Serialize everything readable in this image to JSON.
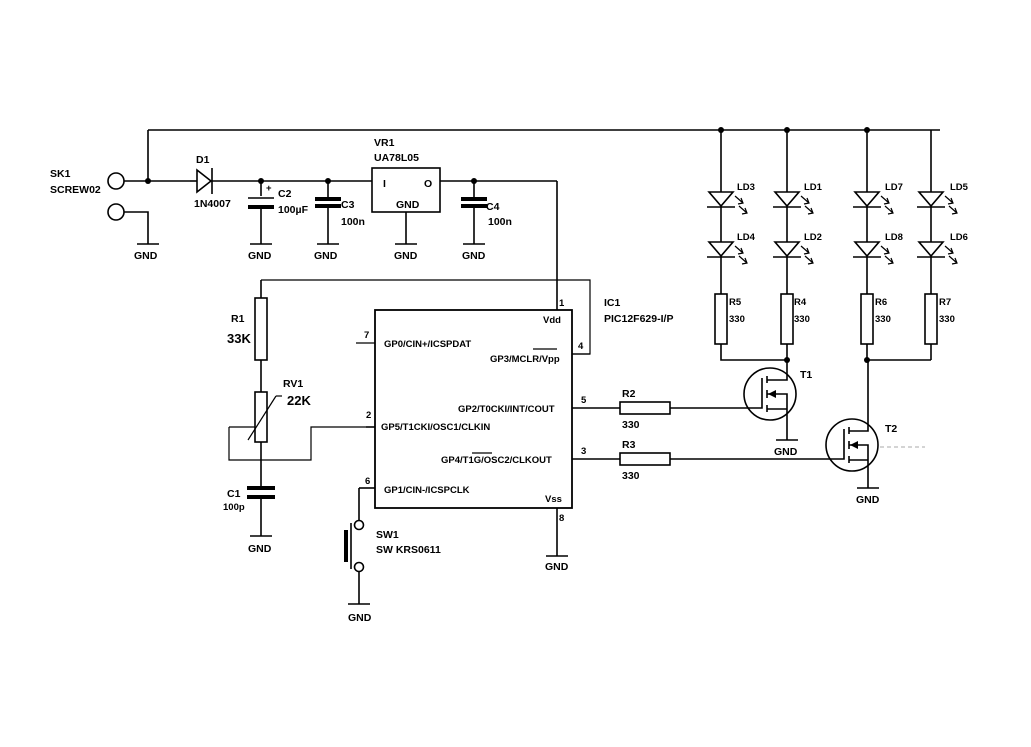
{
  "components": {
    "sk1": {
      "ref": "SK1",
      "value": "SCREW02"
    },
    "d1": {
      "ref": "D1",
      "value": "1N4007"
    },
    "c2": {
      "ref": "C2",
      "value": "100µF",
      "polarity": "+"
    },
    "c3": {
      "ref": "C3",
      "value": "100n"
    },
    "vr1": {
      "ref": "VR1",
      "value": "UA78L05",
      "pin_in": "I",
      "pin_out": "O",
      "pin_gnd": "GND"
    },
    "c4": {
      "ref": "C4",
      "value": "100n"
    },
    "r1": {
      "ref": "R1",
      "value": "33K"
    },
    "rv1": {
      "ref": "RV1",
      "value": "22K"
    },
    "c1": {
      "ref": "C1",
      "value": "100p"
    },
    "ic1": {
      "ref": "IC1",
      "value": "PIC12F629-I/P",
      "pins": [
        {
          "num": "1",
          "name": "Vdd"
        },
        {
          "num": "7",
          "name": "GP0/CIN+/ICSPDAT"
        },
        {
          "num": "4",
          "name": "GP3/MCLR/Vpp"
        },
        {
          "num": "5",
          "name": "GP2/T0CKI/INT/COUT"
        },
        {
          "num": "2",
          "name": "GP5/T1CKI/OSC1/CLKIN"
        },
        {
          "num": "3",
          "name": "GP4/T1G/OSC2/CLKOUT"
        },
        {
          "num": "6",
          "name": "GP1/CIN-/ICSPCLK"
        },
        {
          "num": "8",
          "name": "Vss"
        }
      ]
    },
    "sw1": {
      "ref": "SW1",
      "value": "SW KRS0611"
    },
    "r2": {
      "ref": "R2",
      "value": "330"
    },
    "r3": {
      "ref": "R3",
      "value": "330"
    },
    "t1": {
      "ref": "T1"
    },
    "t2": {
      "ref": "T2"
    },
    "leds": [
      "LD3",
      "LD4",
      "LD1",
      "LD2",
      "LD7",
      "LD8",
      "LD5",
      "LD6"
    ],
    "led_resistors": [
      {
        "ref": "R5",
        "value": "330"
      },
      {
        "ref": "R4",
        "value": "330"
      },
      {
        "ref": "R6",
        "value": "330"
      },
      {
        "ref": "R7",
        "value": "330"
      }
    ]
  },
  "gnd_label": "GND"
}
